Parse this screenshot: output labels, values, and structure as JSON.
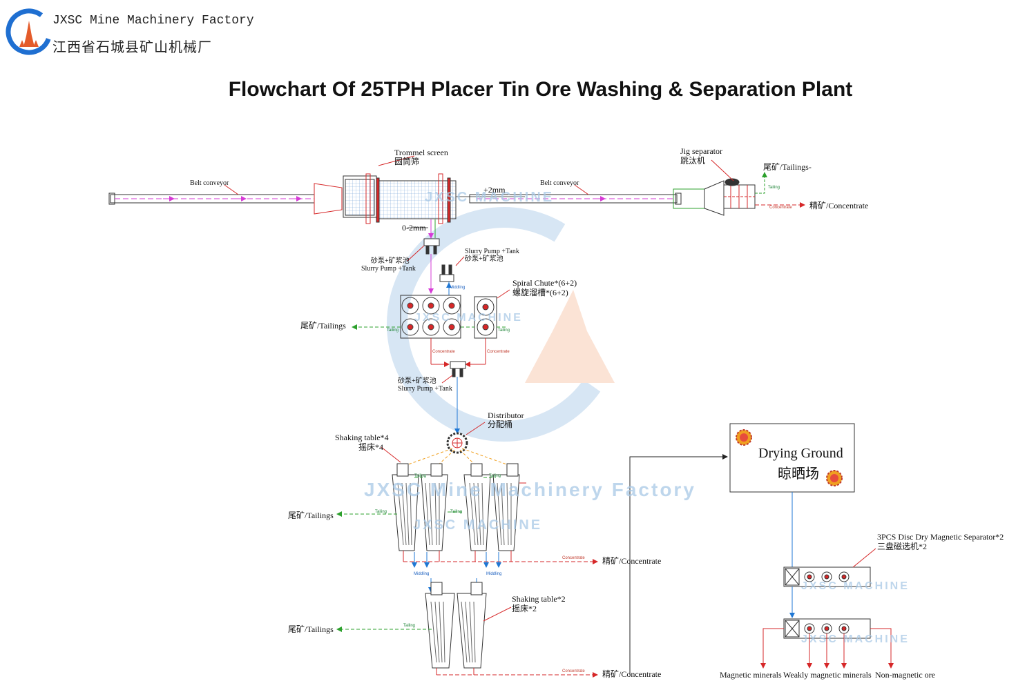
{
  "header": {
    "company_en": "JXSC Mine Machinery Factory",
    "company_cn": "江西省石城县矿山机械厂",
    "title": "Flowchart Of 25TPH Placer Tin Ore Washing & Separation Plant"
  },
  "watermarks": {
    "machine_1": "JXSC  MACHINE",
    "machine_2": "JXSC  MACHINE",
    "machine_3": "JXSC  MACHINE",
    "machine_4": "JXSC  MACHINE",
    "machine_5": "JXSC  MACHINE",
    "factory": "JXSC Mine Machinery Factory"
  },
  "colors": {
    "ore_flow": "#d63ad6",
    "fine_flow": "#2ca02c",
    "water_flow": "#1f77d4",
    "concentrate": "#d62728",
    "tailings": "#2ca02c",
    "distributor_feed": "#f0a020",
    "watermark": "#a9c9e6"
  },
  "labels": {
    "belt_conveyor_1": "Belt conveyor",
    "trommel_en": "Trommel screen",
    "trommel_cn": "圆筒筛",
    "plus_2mm": "+2mm",
    "belt_conveyor_2": "Belt conveyor",
    "jig_en": "Jig  separator",
    "jig_cn": "跳汰机",
    "jig_tailings": "尾矿/Tailings-",
    "jig_tailing_small": "Tailing",
    "jig_concentrate_small": "Concentrate",
    "jig_concentrate": "精矿/Concentrate",
    "size_0_2mm": "0-2mm",
    "pump1_cn": "砂泵+矿浆池",
    "pump1_en": "Slurry Pump +Tank",
    "pump2_en": "Slurry Pump +Tank",
    "pump2_cn": "砂泵+矿浆池",
    "middling_1": "Middling",
    "spiral_en": "Spiral Chute*(6+2)",
    "spiral_cn": "螺旋溜槽*(6+2)",
    "spiral_tailings": "尾矿/Tailings",
    "spiral_tailing_small_1": "Tailing",
    "spiral_tailing_small_2": "Tailing",
    "spiral_conc_small_1": "Concentrate",
    "spiral_conc_small_2": "Concentrate",
    "pump3_cn": "砂泵+矿浆池",
    "pump3_en": "Slurry Pump +Tank",
    "distributor_en": "Distributor",
    "distributor_cn": "分配桶",
    "table4_en": "Shaking table*4",
    "table4_cn": "摇床*4",
    "table4_tailing_top_1": "Tailing",
    "table4_tailing_top_2": "Tailing",
    "table4_tailing_mid_1": "Tailing",
    "table4_tailing_mid_2": "Tailing",
    "table4_tailings": "尾矿/Tailings",
    "table4_conc_small": "Concentrate",
    "table4_concentrate": "精矿/Concentrate",
    "middling_2": "Middling",
    "middling_3": "Middling",
    "table2_en": "Shaking table*2",
    "table2_cn": "摇床*2",
    "table2_tailing_small": "Tailing",
    "table2_tailings": "尾矿/Tailings",
    "table2_conc_small": "Concentrate",
    "table2_concentrate": "精矿/Concentrate",
    "drying_en": "Drying Ground",
    "drying_cn": "晾晒场",
    "magsep_en": "3PCS Disc Dry Magnetic Separator*2",
    "magsep_cn": "三盘磁选机*2",
    "out_magnetic": "Magnetic minerals",
    "out_weakly": "Weakly magnetic minerals",
    "out_nonmagnetic": "Non-magnetic ore"
  }
}
